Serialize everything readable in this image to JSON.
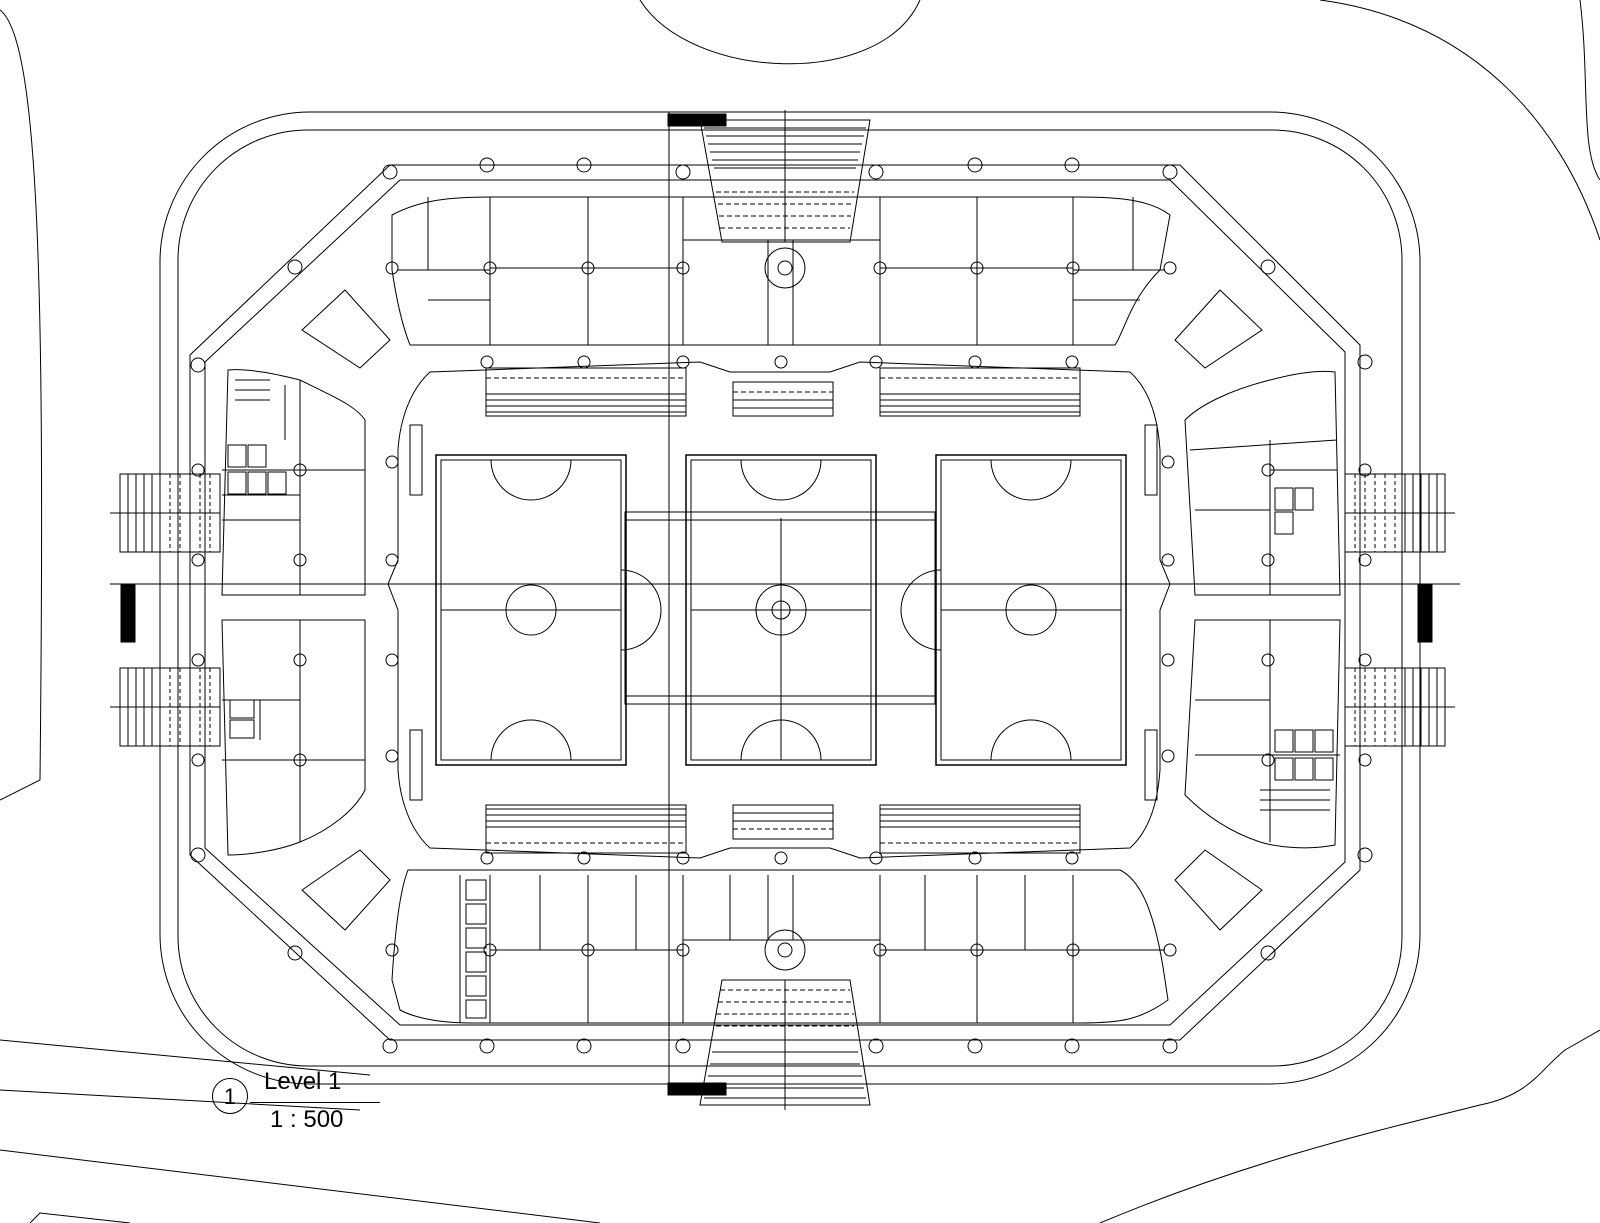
{
  "view": {
    "number": "1",
    "name": "Level 1",
    "scale": "1 : 500"
  },
  "colors": {
    "line": "#000000",
    "background": "#ffffff"
  }
}
